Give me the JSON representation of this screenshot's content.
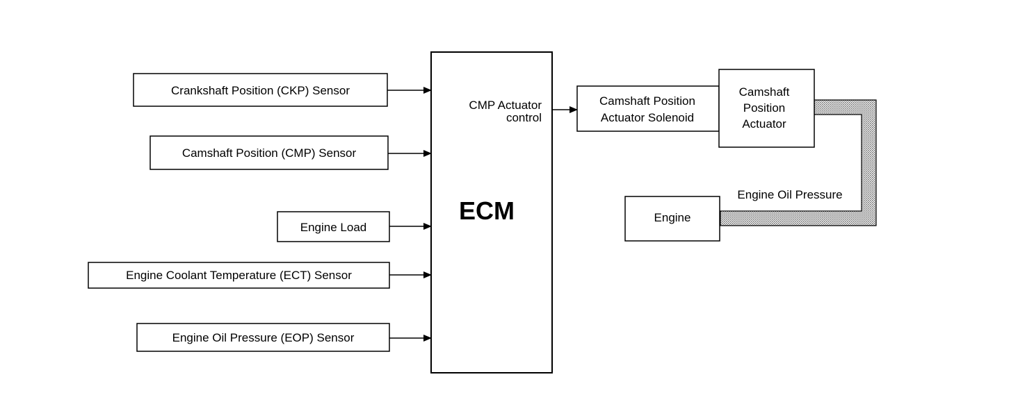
{
  "inputs": [
    {
      "label": "Crankshaft Position (CKP) Sensor"
    },
    {
      "label": "Camshaft Position (CMP) Sensor"
    },
    {
      "label": "Engine Load"
    },
    {
      "label": "Engine Coolant Temperature (ECT) Sensor"
    },
    {
      "label": "Engine Oil Pressure (EOP) Sensor"
    }
  ],
  "ecm": {
    "title": "ECM",
    "output_label_line1": "CMP Actuator",
    "output_label_line2": "control"
  },
  "solenoid": {
    "line1": "Camshaft Position",
    "line2": "Actuator Solenoid"
  },
  "actuator": {
    "line1": "Camshaft",
    "line2": "Position",
    "line3": "Actuator"
  },
  "engine": {
    "label": "Engine"
  },
  "oil_path": {
    "label": "Engine Oil Pressure"
  }
}
